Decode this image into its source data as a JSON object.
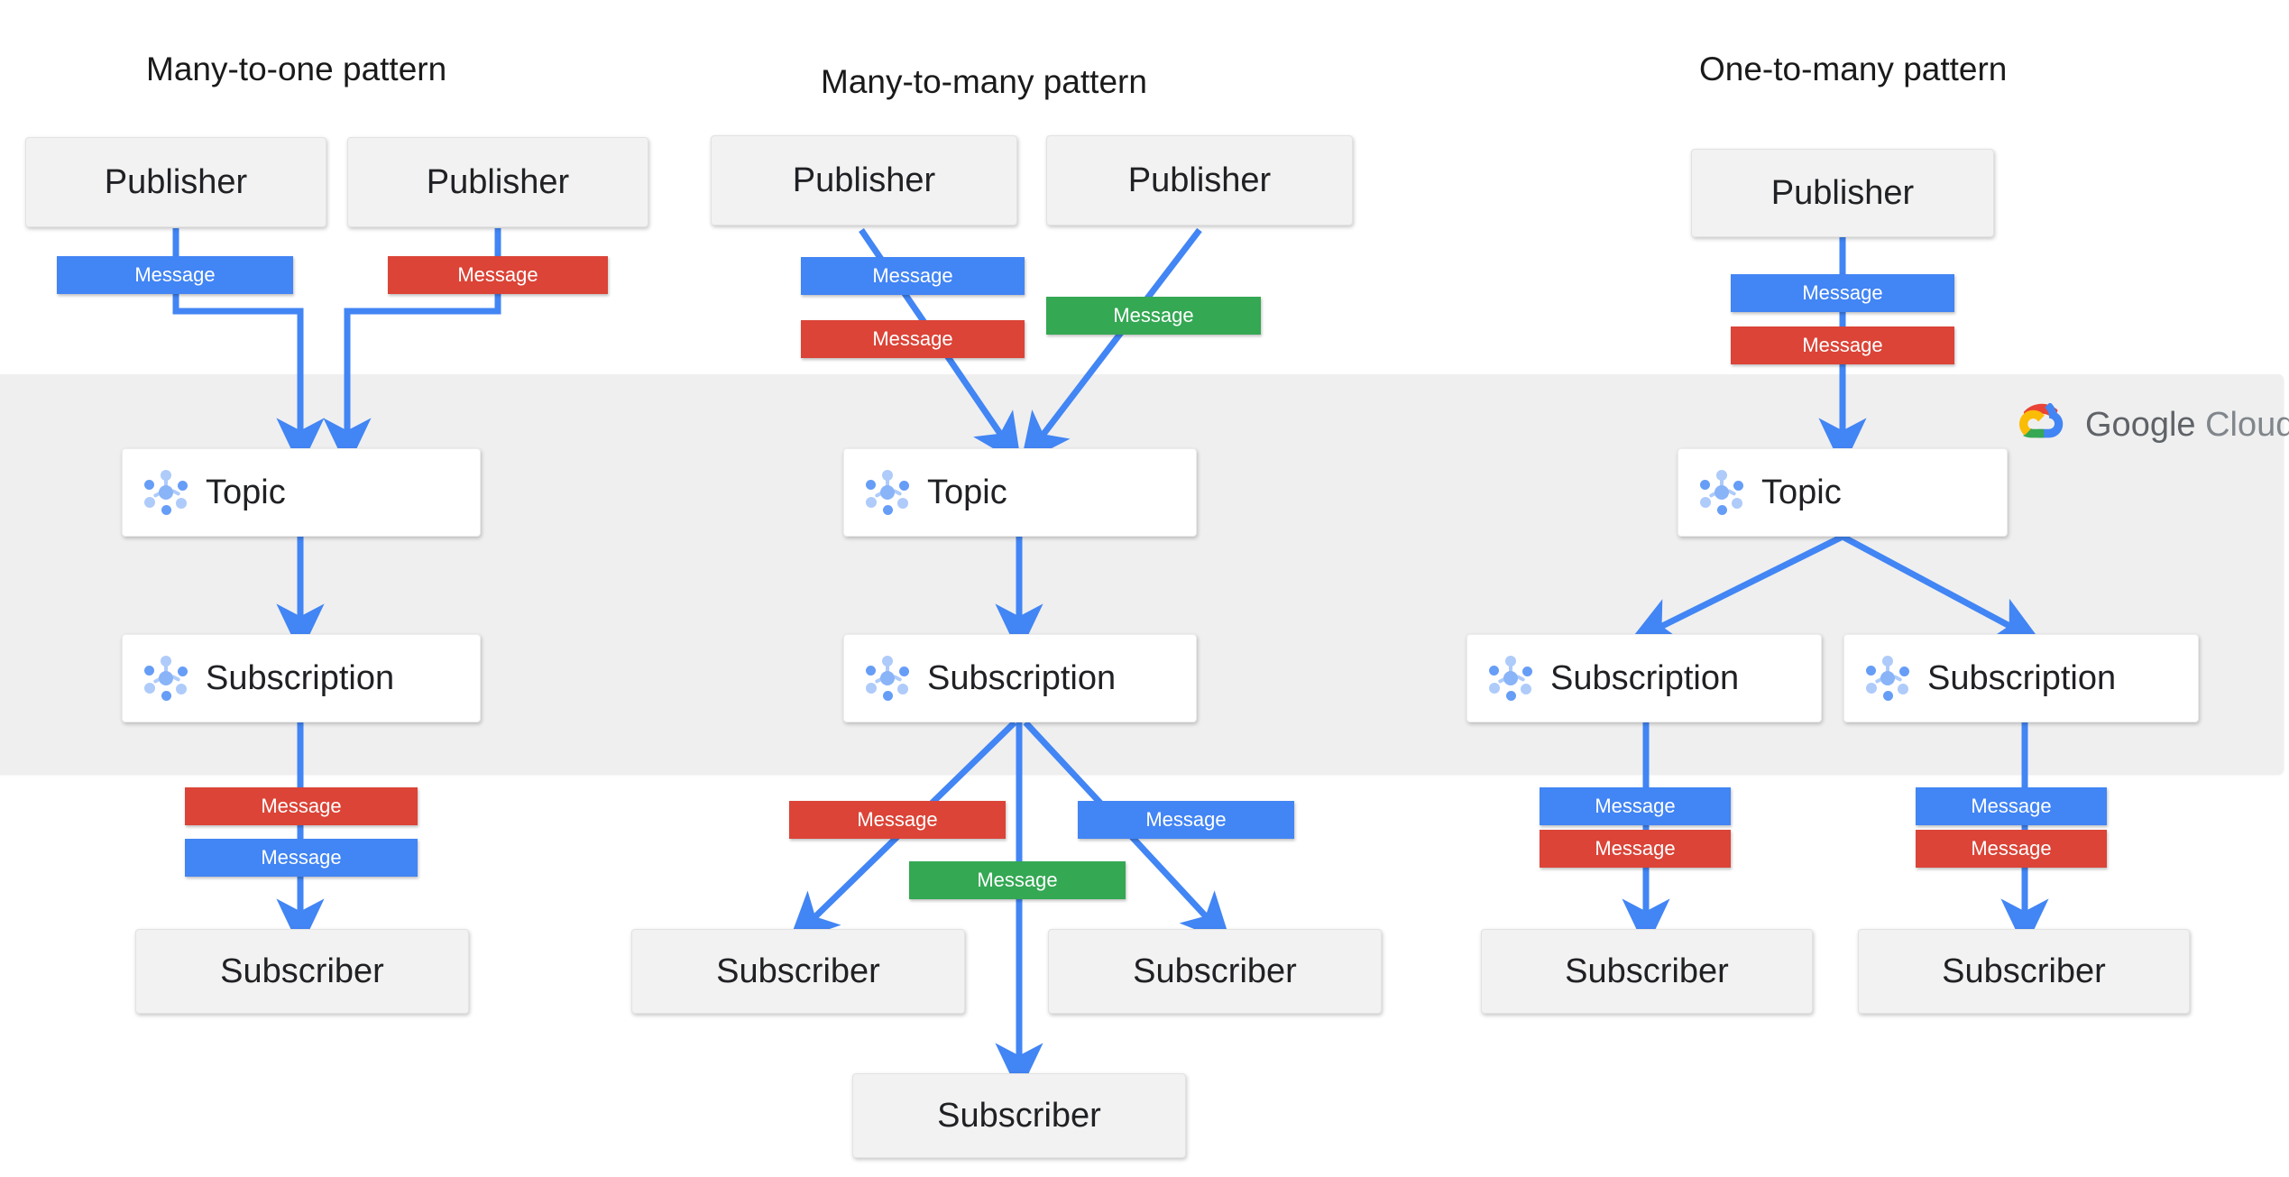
{
  "brand": {
    "logo_icon": "google-cloud-logo-icon",
    "word_google": "Google",
    "word_cloud": "Cloud",
    "accent_blue": "#4285F4",
    "accent_red": "#DB4437",
    "accent_green": "#34A853",
    "accent_yellow": "#F4B400",
    "band_gray": "#EFEFEF",
    "node_gray": "#F2F2F2",
    "node_white": "#FFFFFF"
  },
  "labels": {
    "publisher": "Publisher",
    "subscriber": "Subscriber",
    "topic": "Topic",
    "subscription": "Subscription",
    "message": "Message",
    "icon_pubsub": "pubsub-node-icon"
  },
  "columns": [
    {
      "id": "many-to-one",
      "title": "Many-to-one pattern",
      "publishers": [
        {
          "label": "Publisher",
          "messages": [
            {
              "color": "blue",
              "label": "Message"
            }
          ]
        },
        {
          "label": "Publisher",
          "messages": [
            {
              "color": "red",
              "label": "Message"
            }
          ]
        }
      ],
      "topic": {
        "label": "Topic",
        "icon": "pubsub-node-icon"
      },
      "subscriptions": [
        {
          "label": "Subscription",
          "icon": "pubsub-node-icon"
        }
      ],
      "delivery_messages": [
        {
          "color": "red",
          "label": "Message"
        },
        {
          "color": "blue",
          "label": "Message"
        }
      ],
      "subscribers": [
        {
          "label": "Subscriber"
        }
      ]
    },
    {
      "id": "many-to-many",
      "title": "Many-to-many  pattern",
      "publishers": [
        {
          "label": "Publisher",
          "messages": [
            {
              "color": "blue",
              "label": "Message"
            },
            {
              "color": "red",
              "label": "Message"
            }
          ]
        },
        {
          "label": "Publisher",
          "messages": [
            {
              "color": "green",
              "label": "Message"
            }
          ]
        }
      ],
      "topic": {
        "label": "Topic",
        "icon": "pubsub-node-icon"
      },
      "subscriptions": [
        {
          "label": "Subscription",
          "icon": "pubsub-node-icon"
        }
      ],
      "delivery_messages": [
        {
          "color": "red",
          "label": "Message"
        },
        {
          "color": "blue",
          "label": "Message"
        },
        {
          "color": "green",
          "label": "Message"
        }
      ],
      "subscribers": [
        {
          "label": "Subscriber"
        },
        {
          "label": "Subscriber"
        },
        {
          "label": "Subscriber"
        }
      ]
    },
    {
      "id": "one-to-many",
      "title": "One-to-many pattern",
      "publishers": [
        {
          "label": "Publisher",
          "messages": [
            {
              "color": "blue",
              "label": "Message"
            },
            {
              "color": "red",
              "label": "Message"
            }
          ]
        }
      ],
      "topic": {
        "label": "Topic",
        "icon": "pubsub-node-icon"
      },
      "subscriptions": [
        {
          "label": "Subscription",
          "icon": "pubsub-node-icon"
        },
        {
          "label": "Subscription",
          "icon": "pubsub-node-icon"
        }
      ],
      "delivery_messages": [
        {
          "color": "blue",
          "label": "Message"
        },
        {
          "color": "red",
          "label": "Message"
        },
        {
          "color": "blue",
          "label": "Message"
        },
        {
          "color": "red",
          "label": "Message"
        }
      ],
      "subscribers": [
        {
          "label": "Subscriber"
        },
        {
          "label": "Subscriber"
        }
      ]
    }
  ]
}
